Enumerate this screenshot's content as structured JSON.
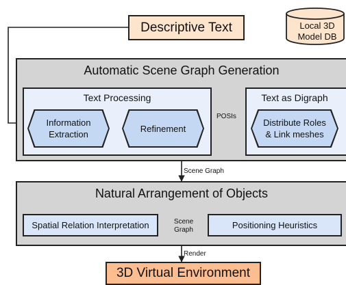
{
  "input": {
    "label": "Descriptive Text"
  },
  "database": {
    "line1": "Local 3D",
    "line2": "Model DB"
  },
  "scene_graph_generation": {
    "title": "Automatic Scene Graph Generation",
    "text_processing": {
      "title": "Text Processing",
      "information_extraction": {
        "line1": "Information",
        "line2": "Extraction"
      },
      "refinement": "Refinement"
    },
    "text_as_digraph": {
      "title": "Text as Digraph",
      "distribute": {
        "line1": "Distribute Roles",
        "line2": "& Link meshes"
      }
    }
  },
  "arrangement": {
    "title": "Natural Arrangement of Objects",
    "spatial": "Spatial Relation Interpretation",
    "heuristics": "Positioning Heuristics"
  },
  "output": {
    "label": "3D Virtual Environment"
  },
  "edge_labels": {
    "posis": "POSIs",
    "scene_graph": "Scene Graph",
    "scene_graph_mid_line1": "Scene",
    "scene_graph_mid_line2": "Graph",
    "render": "Render"
  },
  "colors": {
    "input_fill": "#fde4cc",
    "output_fill": "#fcbd91",
    "group_fill": "#d4d4d4",
    "panel_fill": "#e9f0fb",
    "node_fill": "#c4d8f3",
    "stroke": "#222222"
  }
}
